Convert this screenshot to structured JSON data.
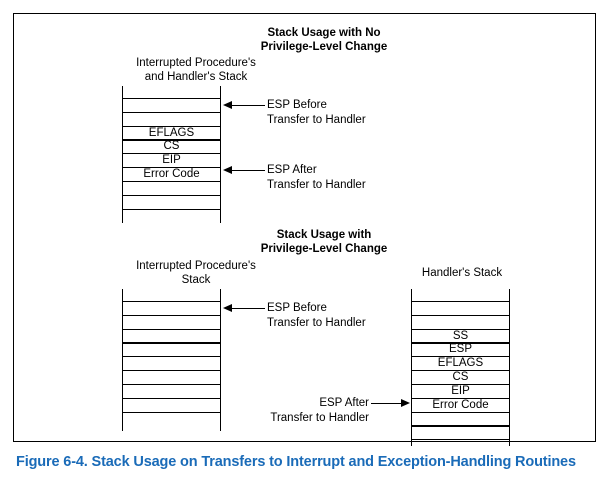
{
  "figure": {
    "caption": "Figure 6-4.  Stack Usage on Transfers to Interrupt and Exception-Handling Routines",
    "caption_color": "#1A6BB8"
  },
  "panels": [
    {
      "id": "no-privilege-change",
      "heading": "Stack Usage with No\nPrivilege-Level Change",
      "stacks": [
        {
          "id": "interrupted-and-handler-stack",
          "label": "Interrupted Procedure's\nand Handler's Stack",
          "cells": [
            "",
            "",
            "EFLAGS",
            "CS",
            "EIP",
            "Error Code",
            "",
            "",
            ""
          ]
        }
      ],
      "callouts": [
        {
          "id": "esp-before",
          "text": "ESP Before\nTransfer to Handler",
          "arrow_direction": "left"
        },
        {
          "id": "esp-after",
          "text": "ESP After\nTransfer to Handler",
          "arrow_direction": "left"
        }
      ]
    },
    {
      "id": "privilege-change",
      "heading": "Stack Usage with\nPrivilege-Level Change",
      "stacks": [
        {
          "id": "interrupted-procedure-stack",
          "label": "Interrupted Procedure's\nStack",
          "cells": [
            "",
            "",
            "",
            "",
            "",
            "",
            "",
            "",
            ""
          ]
        },
        {
          "id": "handlers-stack",
          "label": "Handler's Stack",
          "cells": [
            "",
            "",
            "SS",
            "ESP",
            "EFLAGS",
            "CS",
            "EIP",
            "Error Code",
            "",
            ""
          ]
        }
      ],
      "callouts": [
        {
          "id": "esp-before",
          "text": "ESP Before\nTransfer to Handler",
          "arrow_direction": "left"
        },
        {
          "id": "esp-after",
          "text": "ESP After\nTransfer to Handler",
          "arrow_direction": "right"
        }
      ]
    }
  ]
}
